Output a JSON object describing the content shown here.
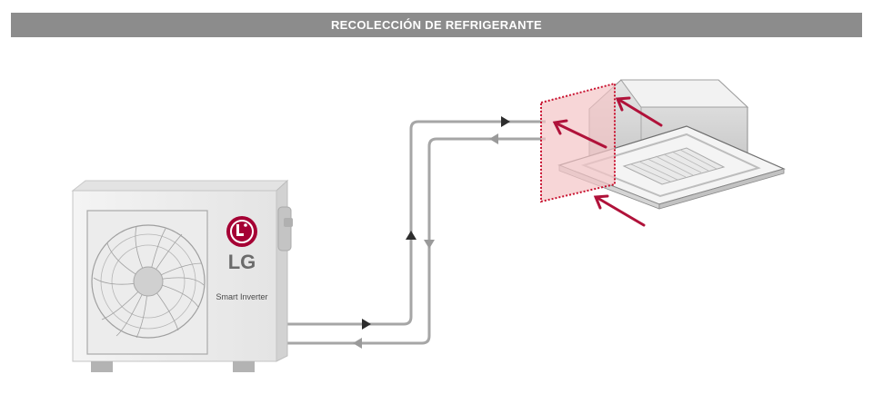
{
  "header": {
    "title": "RECOLECCIÓN DE REFRIGERANTE"
  },
  "outdoor_unit": {
    "brand": "LG",
    "model_label": "Smart Inverter"
  },
  "colors": {
    "title_bar": "#8c8c8c",
    "pipe": "#a6a6a6",
    "arrow_dark": "#333333",
    "accent_red": "#b0123a",
    "highlight_fill": "#f3c4c6",
    "highlight_border": "#c8102e",
    "lg_red": "#a50034"
  },
  "icons": [
    "lg-logo-icon",
    "fan-grille-icon",
    "flow-arrow-icon",
    "airflow-arrow-icon"
  ]
}
